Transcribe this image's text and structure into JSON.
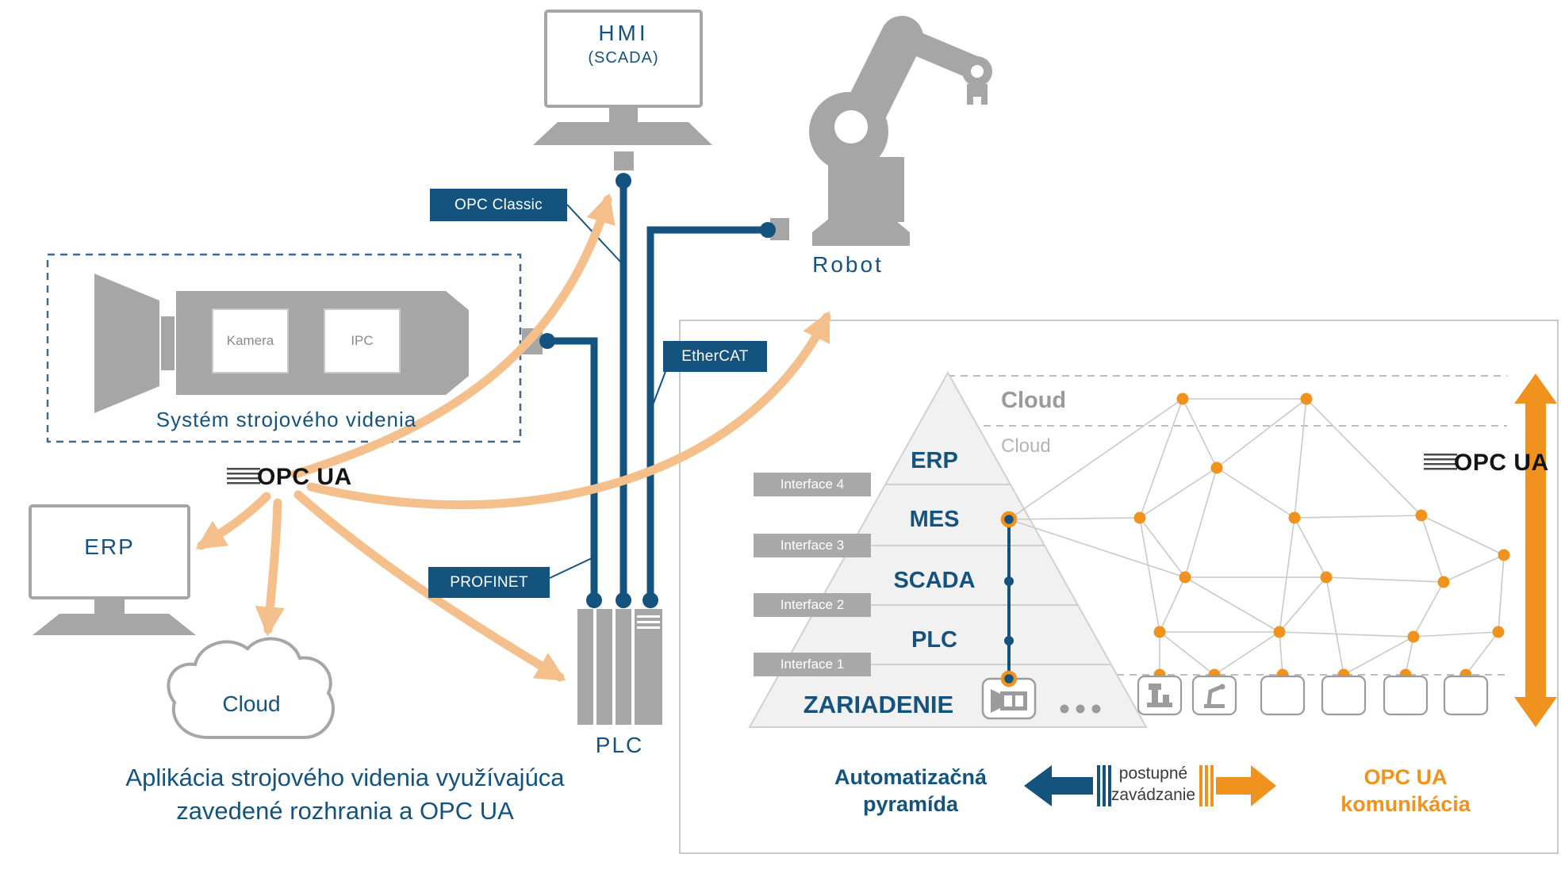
{
  "colors": {
    "dark_blue": "#15537F",
    "orange": "#F0931E",
    "arrow_light_orange": "#F5BF8B",
    "shape_gray": "#A6A6A6"
  },
  "left": {
    "hmi": {
      "title": "HMI",
      "subtitle": "(SCADA)"
    },
    "robot_label": "Robot",
    "vision": {
      "kamera": "Kamera",
      "ipc": "IPC",
      "caption": "Systém strojového videnia"
    },
    "opcua_logo": "OPC UA",
    "erp_label": "ERP",
    "cloud_label": "Cloud",
    "plc_label": "PLC",
    "protocols": {
      "opc_classic": "OPC Classic",
      "ethercat": "EtherCAT",
      "profinet": "PROFINET"
    },
    "caption_line1": "Aplikácia strojového videnia využívajúca",
    "caption_line2": "zavedené rozhrania a OPC UA"
  },
  "right": {
    "cloud_top": "Cloud",
    "cloud_sub": "Cloud",
    "levels": [
      "ERP",
      "MES",
      "SCADA",
      "PLC",
      "ZARIADENIE"
    ],
    "interfaces": [
      "Interface 4",
      "Interface 3",
      "Interface 2",
      "Interface 1"
    ],
    "opcua_logo": "OPC UA",
    "legend": {
      "pyramid": "Automatizačná pyramída",
      "transition": "postupné zavádzanie",
      "opcua": "OPC UA komunikácia"
    }
  }
}
